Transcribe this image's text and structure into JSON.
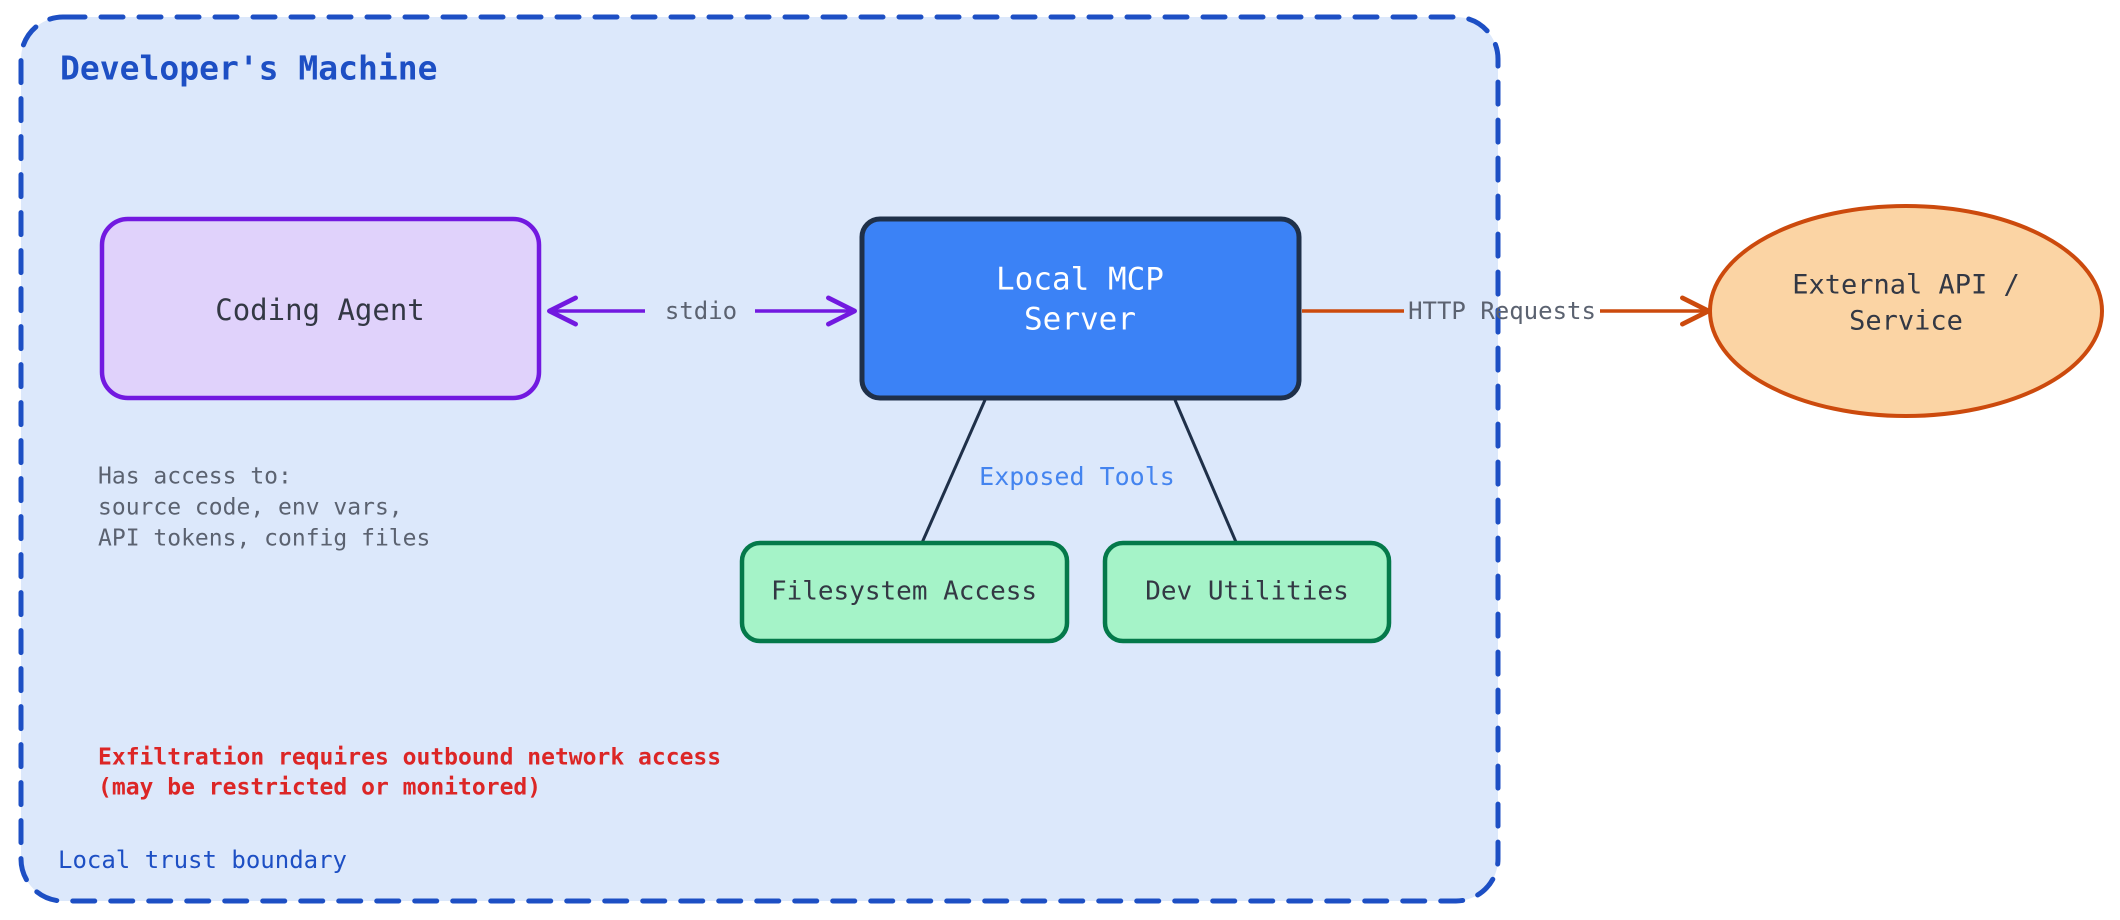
{
  "diagram": {
    "type": "architecture-flow",
    "title": "Developer's Machine",
    "boundary": {
      "title": "Developer's Machine",
      "footer_label": "Local trust boundary",
      "border_color": "#1d4fc4",
      "fill_color": "#dce8fb",
      "style": "dashed"
    },
    "nodes": {
      "coding_agent": {
        "label": "Coding Agent",
        "fill": "#e0d2fb",
        "stroke": "#7219e0",
        "text_color": "#333844",
        "shape": "rounded-rect"
      },
      "mcp_server": {
        "label_line1": "Local MCP",
        "label_line2": "Server",
        "fill": "#3b82f6",
        "stroke": "#1f3049",
        "text_color": "#ffffff",
        "shape": "rounded-rect"
      },
      "filesystem_access": {
        "label": "Filesystem Access",
        "fill": "#a5f3c8",
        "stroke": "#04794a",
        "text_color": "#333844",
        "shape": "rounded-rect"
      },
      "dev_utilities": {
        "label": "Dev Utilities",
        "fill": "#a5f3c8",
        "stroke": "#04794a",
        "text_color": "#333844",
        "shape": "rounded-rect"
      },
      "external_api": {
        "label_line1": "External API /",
        "label_line2": "Service",
        "fill": "#fbd4a4",
        "stroke": "#cc4a0d",
        "text_color": "#333844",
        "shape": "ellipse"
      }
    },
    "edges": [
      {
        "id": "agent-mcp",
        "from": "coding_agent",
        "to": "mcp_server",
        "label": "stdio",
        "color": "#7219e0",
        "label_color": "#5b6270",
        "direction": "bidirectional"
      },
      {
        "id": "mcp-external",
        "from": "mcp_server",
        "to": "external_api",
        "label": "HTTP Requests",
        "color": "#cc4a0d",
        "label_color": "#5b6270",
        "direction": "forward"
      },
      {
        "id": "mcp-filesystem",
        "from": "mcp_server",
        "to": "filesystem_access",
        "label": "",
        "color": "#1f3049",
        "direction": "forward"
      },
      {
        "id": "mcp-devutils",
        "from": "mcp_server",
        "to": "dev_utilities",
        "label": "",
        "color": "#1f3049",
        "direction": "forward"
      }
    ],
    "annotations": {
      "exposed_tools": {
        "text": "Exposed Tools",
        "color": "#4484ef"
      },
      "agent_access_note": {
        "lines": [
          "Has access to:",
          "source code, env vars,",
          "API tokens, config files"
        ],
        "color": "#5b6270"
      },
      "exfiltration_note": {
        "lines": [
          "Exfiltration requires outbound network access",
          "(may be restricted or monitored)"
        ],
        "color": "#dc2626"
      }
    }
  }
}
